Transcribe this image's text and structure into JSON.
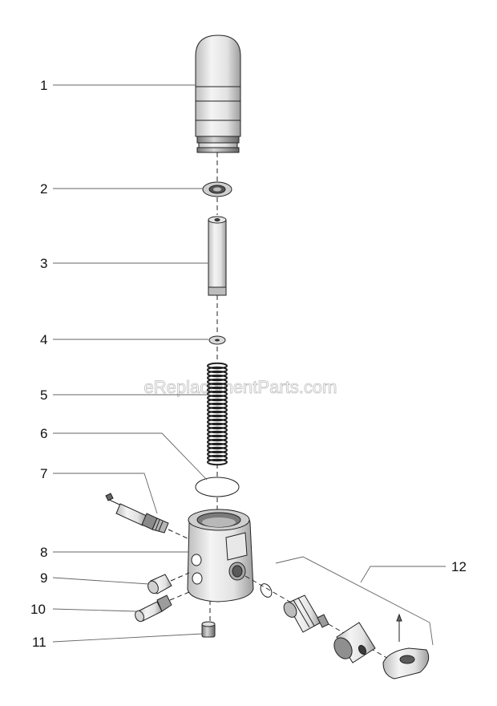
{
  "watermark": "eReplacementParts.com",
  "callouts": [
    {
      "id": "1",
      "label": "1"
    },
    {
      "id": "2",
      "label": "2"
    },
    {
      "id": "3",
      "label": "3"
    },
    {
      "id": "4",
      "label": "4"
    },
    {
      "id": "5",
      "label": "5"
    },
    {
      "id": "6",
      "label": "6"
    },
    {
      "id": "7",
      "label": "7"
    },
    {
      "id": "8",
      "label": "8"
    },
    {
      "id": "9",
      "label": "9"
    },
    {
      "id": "10",
      "label": "10"
    },
    {
      "id": "11",
      "label": "11"
    },
    {
      "id": "12",
      "label": "12"
    }
  ],
  "colors": {
    "line": "#222222",
    "part_fill": "#eeeeee",
    "part_shade": "#c8c8c8",
    "part_dark": "#555555"
  }
}
